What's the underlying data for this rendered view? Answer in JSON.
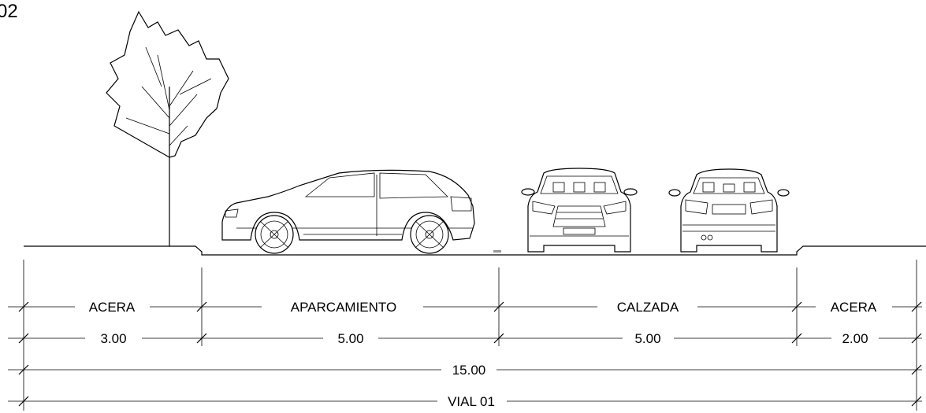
{
  "drawing": {
    "corner_label": "02",
    "zones": [
      {
        "name": "ACERA",
        "width": "3.00"
      },
      {
        "name": "APARCAMIENTO",
        "width": "5.00"
      },
      {
        "name": "CALZADA",
        "width": "5.00"
      },
      {
        "name": "ACERA",
        "width": "2.00"
      }
    ],
    "total_width": "15.00",
    "section_name": "VIAL 01"
  }
}
